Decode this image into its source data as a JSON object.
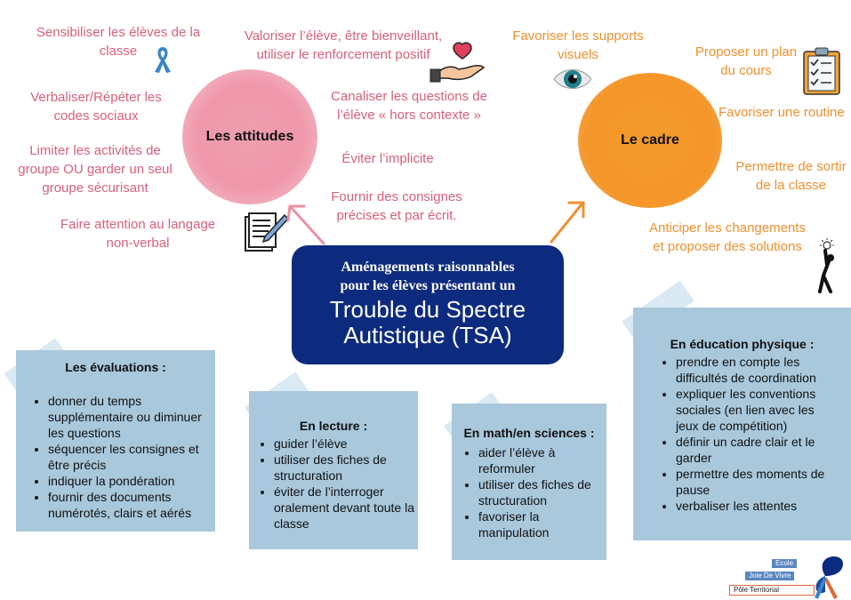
{
  "center": {
    "line1a": "Aménagements raisonnables",
    "line1b": "pour les élèves présentant un",
    "line2a": "Trouble du Spectre",
    "line2b": "Autistique (TSA)"
  },
  "attitudes": {
    "title": "Les attitudes",
    "items": [
      [
        "Sensibiliser les élèves de la",
        "classe"
      ],
      [
        "Valoriser l’élève, être bienveillant,",
        "utiliser le renforcement positif"
      ],
      [
        "Verbaliser/Répéter les",
        "codes sociaux"
      ],
      [
        "Canaliser les questions de",
        "l’élève « hors contexte »"
      ],
      [
        "Limiter les activités de",
        "groupe OU garder un seul",
        "groupe sécurisant"
      ],
      [
        "Éviter l’implicite"
      ],
      [
        "Fournir des consignes",
        "précises et par écrit."
      ],
      [
        "Faire attention au langage",
        "non-verbal"
      ]
    ]
  },
  "cadre": {
    "title": "Le cadre",
    "items": [
      [
        "Favoriser les supports",
        "visuels"
      ],
      [
        "Proposer un plan",
        "du cours"
      ],
      [
        "Favoriser une routine"
      ],
      [
        "Permettre de sortir",
        "de la classe"
      ],
      [
        "Anticiper les changements",
        "et proposer des solutions"
      ]
    ]
  },
  "cards": {
    "evaluations": {
      "title": "Les évaluations :",
      "items": [
        "donner du temps supplémentaire ou diminuer les questions",
        "séquencer les consignes et être précis",
        "indiquer la pondération",
        "fournir des documents numérotés, clairs et aérés"
      ]
    },
    "lecture": {
      "title": "En lecture :",
      "items": [
        "guider l’élève",
        "utiliser des fiches de structuration",
        "éviter de l’interroger oralement devant toute la classe"
      ]
    },
    "math": {
      "title": "En math/en sciences :",
      "items": [
        "aider l’élève à reformuler",
        "utiliser des fiches de structuration",
        "favoriser la manipulation"
      ]
    },
    "eps": {
      "title": "En éducation physique :",
      "items": [
        "prendre en compte les difficultés de coordination",
        "expliquer les conventions sociales (en lien avec les jeux de compétition)",
        "définir un cadre clair et le garder",
        "permettre des moments de pause",
        "verbaliser les attentes"
      ]
    }
  },
  "logo": {
    "line1": "Ecole",
    "line2": "Joie De Vivre",
    "line3": "Pôle Territorial"
  },
  "colors": {
    "pink_text": "#d9607a",
    "orange_text": "#f0902f",
    "center_box": "#0d2b7e",
    "card_blue": "#a9c8dc"
  },
  "icons": [
    "ribbon-icon",
    "heart-hand-icon",
    "document-pen-icon",
    "eye-icon",
    "checklist-icon",
    "person-idea-icon",
    "arrow-icon"
  ]
}
